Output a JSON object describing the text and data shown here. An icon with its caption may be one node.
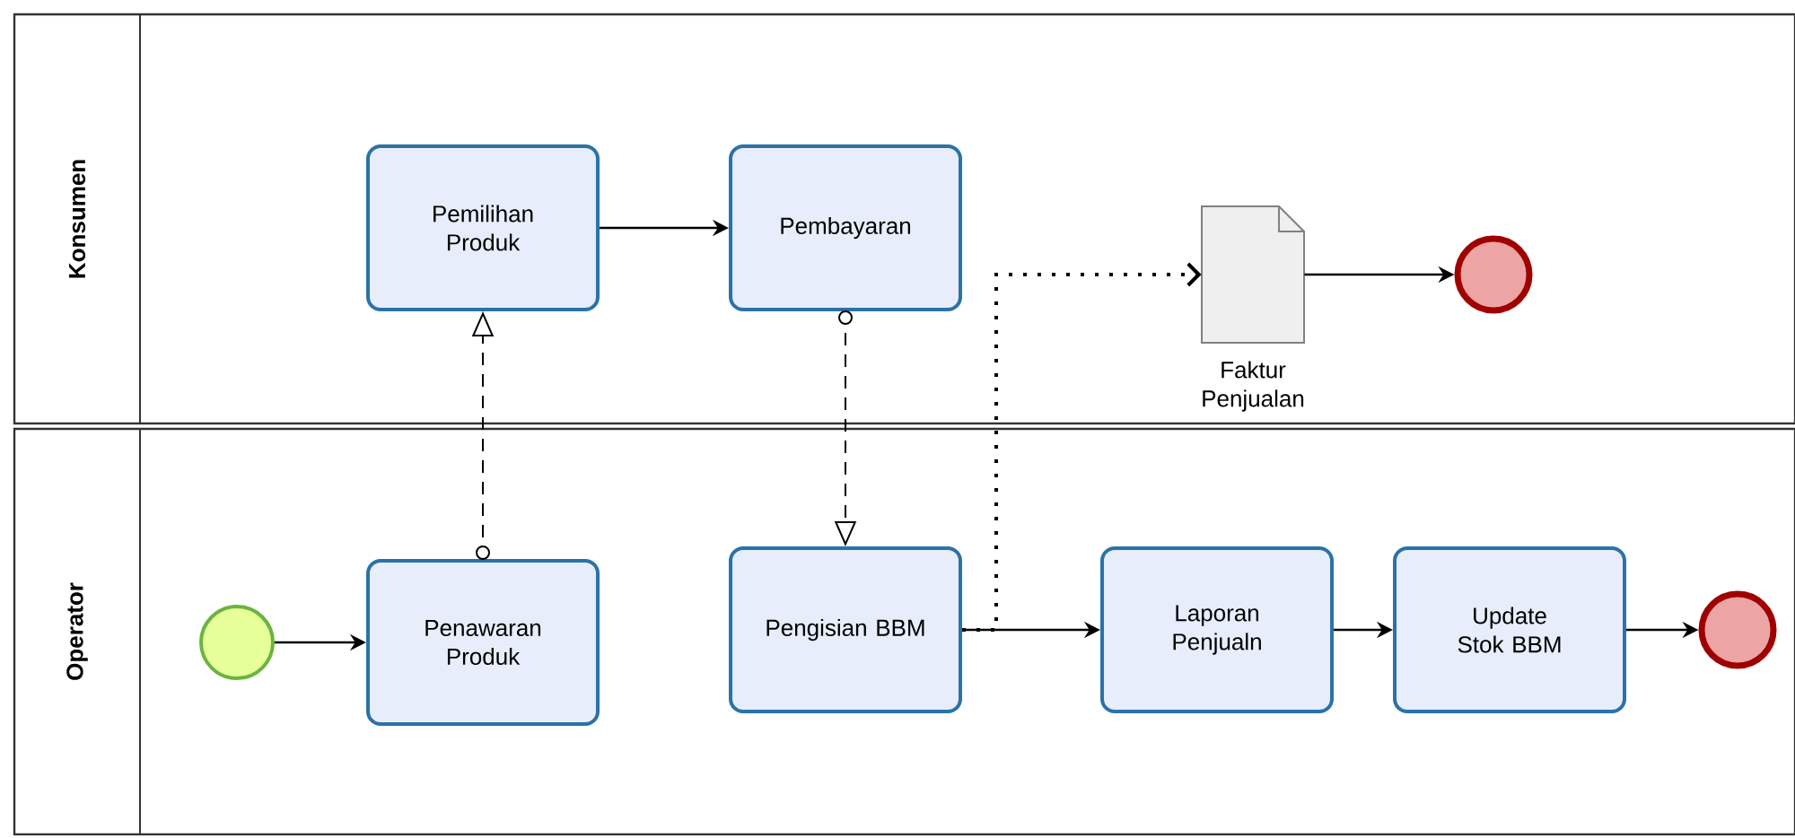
{
  "diagram": {
    "nodes": [
      {
        "text": [
          "Konsumen"
        ]
      },
      {
        "text": [
          "Pemilihan Produk"
        ],
        "in": 0
      },
      {
        "text": [
          "Pembayaran"
        ],
        "in": 0
      },
      {
        "text": [],
        "shape": "document",
        "beside": [
          "Faktur Penjualan"
        ],
        "in": 0
      },
      {
        "text": [],
        "shape": "circle",
        "in": 0
      },
      {
        "text": [
          "Operator"
        ]
      },
      {
        "text": [],
        "shape": "circle",
        "in": 5
      },
      {
        "text": [
          "Penawaran Produk"
        ],
        "in": 5
      },
      {
        "text": [
          "Pengisian BBM"
        ],
        "in": 5
      },
      {
        "text": [
          "Laporan Penjualn"
        ],
        "in": 5
      },
      {
        "text": [
          "Update Stok BBM"
        ],
        "in": 5
      },
      {
        "text": [],
        "shape": "circle",
        "in": 5
      }
    ],
    "edges": [
      {
        "from": 7,
        "to": 1,
        "arrow": "to",
        "style": "dashed"
      },
      {
        "from": 1,
        "to": 2,
        "arrow": "to"
      },
      {
        "from": 2,
        "to": 8,
        "arrow": "to",
        "style": "dashed"
      },
      {
        "from": 8,
        "to": 3,
        "arrow": "to",
        "style": "dashed"
      },
      {
        "from": 3,
        "to": 4,
        "arrow": "to"
      },
      {
        "from": 6,
        "to": 7,
        "arrow": "to"
      },
      {
        "from": 8,
        "to": 9,
        "arrow": "to"
      },
      {
        "from": 9,
        "to": 10,
        "arrow": "to"
      },
      {
        "from": 10,
        "to": 11,
        "arrow": "to"
      }
    ]
  }
}
